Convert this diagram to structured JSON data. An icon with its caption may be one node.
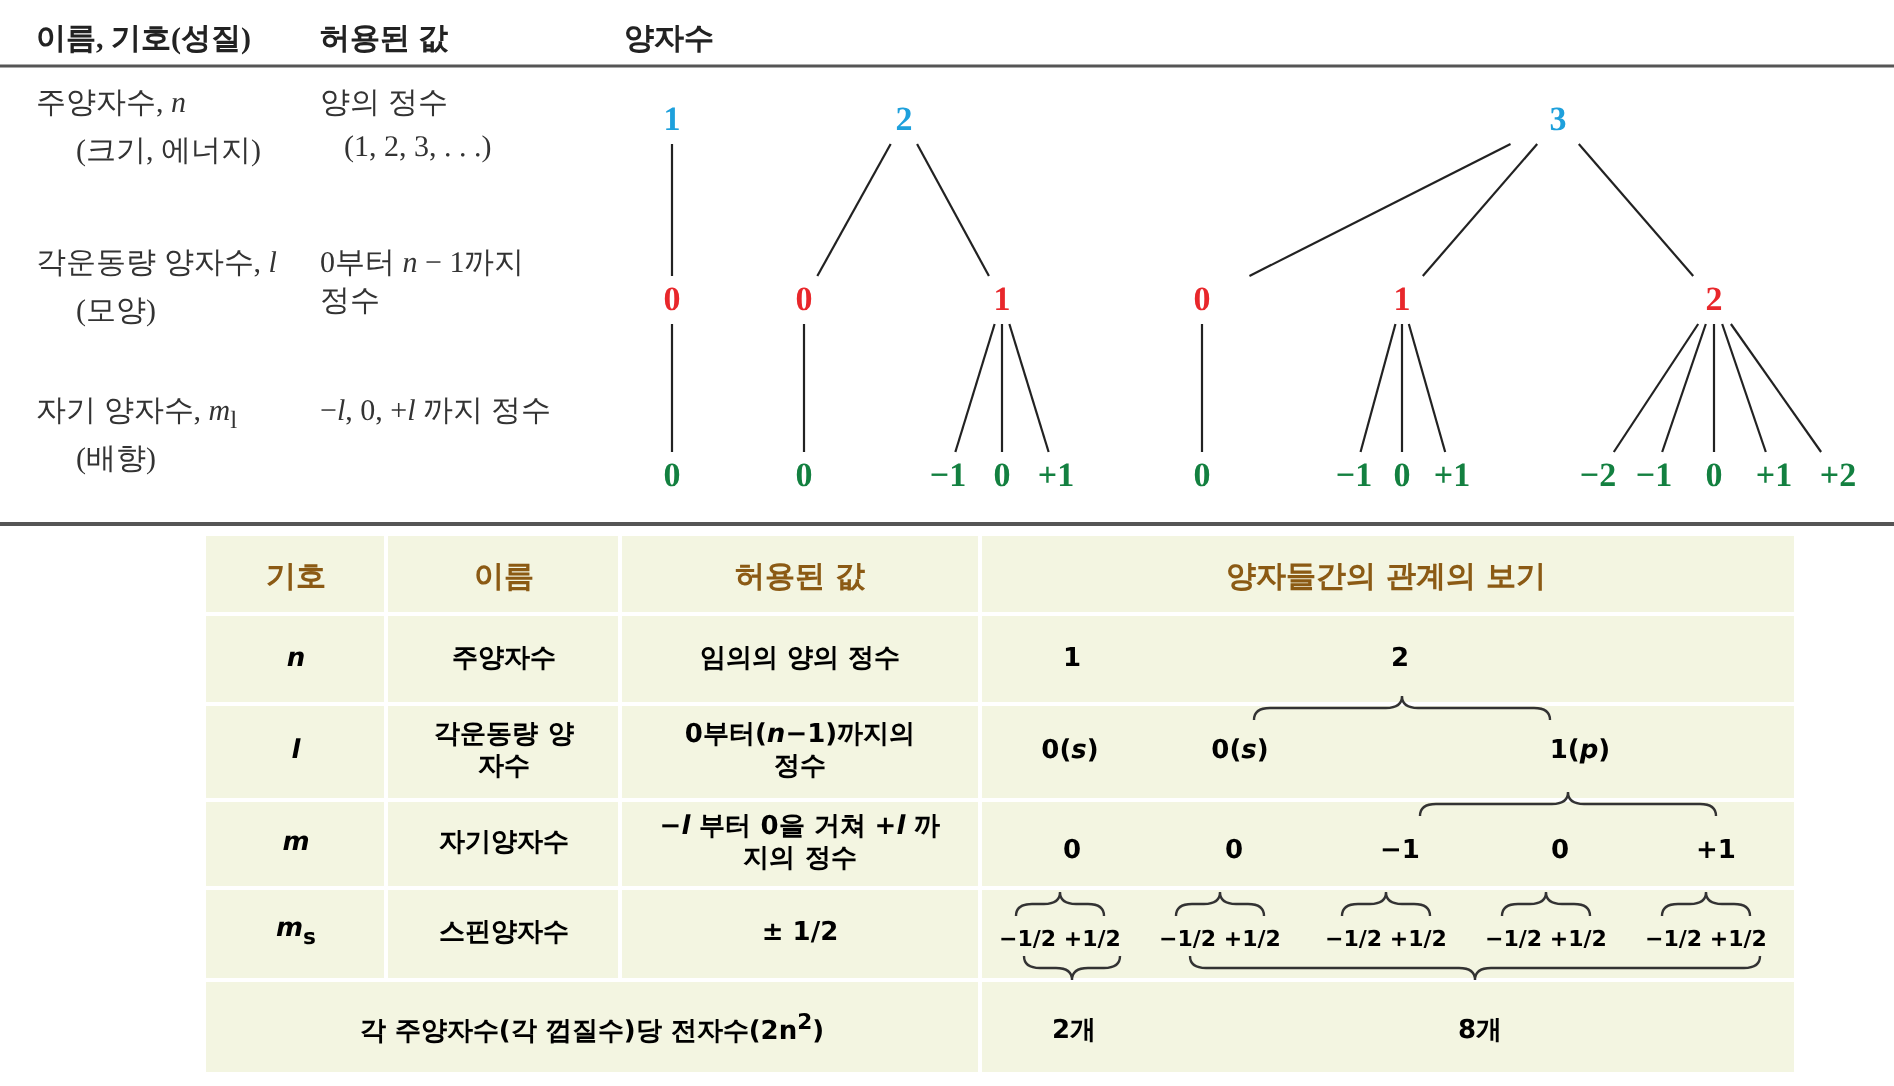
{
  "diagram": {
    "nodes": [
      {
        "text": [
          "1"
        ]
      },
      {
        "text": [
          "2"
        ]
      },
      {
        "text": [
          "3"
        ]
      },
      {
        "text": [
          "0"
        ]
      },
      {
        "text": [
          "0"
        ]
      },
      {
        "text": [
          "1"
        ]
      },
      {
        "text": [
          "0"
        ]
      },
      {
        "text": [
          "1"
        ]
      },
      {
        "text": [
          "2"
        ]
      },
      {
        "text": [
          "0"
        ]
      },
      {
        "text": [
          "0"
        ]
      },
      {
        "text": [
          "−1"
        ]
      },
      {
        "text": [
          "0"
        ]
      },
      {
        "text": [
          "+1"
        ]
      },
      {
        "text": [
          "0"
        ]
      },
      {
        "text": [
          "−1"
        ]
      },
      {
        "text": [
          "0"
        ]
      },
      {
        "text": [
          "+1"
        ]
      },
      {
        "text": [
          "−2"
        ]
      },
      {
        "text": [
          "−1"
        ]
      },
      {
        "text": [
          "0"
        ]
      },
      {
        "text": [
          "+1"
        ]
      },
      {
        "text": [
          "+2"
        ]
      }
    ],
    "edges": [
      {
        "from": 0,
        "to": 3,
        "arrow": "none"
      },
      {
        "from": 1,
        "to": 4,
        "arrow": "none"
      },
      {
        "from": 1,
        "to": 5,
        "arrow": "none"
      },
      {
        "from": 2,
        "to": 6,
        "arrow": "none"
      },
      {
        "from": 2,
        "to": 7,
        "arrow": "none"
      },
      {
        "from": 2,
        "to": 8,
        "arrow": "none"
      },
      {
        "from": 3,
        "to": 9,
        "arrow": "none"
      },
      {
        "from": 4,
        "to": 10,
        "arrow": "none"
      },
      {
        "from": 5,
        "to": 11,
        "arrow": "none"
      },
      {
        "from": 5,
        "to": 12,
        "arrow": "none"
      },
      {
        "from": 5,
        "to": 13,
        "arrow": "none"
      },
      {
        "from": 6,
        "to": 14,
        "arrow": "none"
      },
      {
        "from": 7,
        "to": 15,
        "arrow": "none"
      },
      {
        "from": 7,
        "to": 16,
        "arrow": "none"
      },
      {
        "from": 7,
        "to": 17,
        "arrow": "none"
      },
      {
        "from": 8,
        "to": 18,
        "arrow": "none"
      },
      {
        "from": 8,
        "to": 19,
        "arrow": "none"
      },
      {
        "from": 8,
        "to": 20,
        "arrow": "none"
      },
      {
        "from": 8,
        "to": 21,
        "arrow": "none"
      },
      {
        "from": 8,
        "to": 22,
        "arrow": "none"
      }
    ],
    "labels": [
      "이름, 기호(성질)",
      "허용된 값",
      "양자수",
      "주양자수, *n*",
      "(크기, 에너지)",
      "양의 정수",
      "(1, 2, 3, . . .)",
      "각운동량 양자수, *l*",
      "(모양)",
      "0부터 *n* − 1까지 정수",
      "자기 양자수, *m*$_{l}$",
      "(배향)",
      "−*l*, 0, +*l* 까지 정수",
      "기호",
      "이름",
      "허용된 값",
      "양자들간의 관계의 보기",
      "*n*",
      "주양자수",
      "임의의 양의 정수",
      "1",
      "2",
      "*l*",
      "각운동량 양자수",
      "0부터(*n*−1)까지의 정수",
      "0(*s*)",
      "0(*s*)",
      "1(*p*)",
      "*m*",
      "자기양자수",
      "−*l* 부터 0을 거쳐 +*l* 까지의 정수",
      "0",
      "0",
      "−1",
      "0",
      "+1",
      "*m*$_{s}$",
      "스핀양자수",
      "± 1/2",
      "−1/2 +1/2",
      "−1/2 +1/2",
      "−1/2 +1/2",
      "−1/2 +1/2",
      "−1/2 +1/2",
      "각 주양자수(각 껍질수)당 전자수(2n$^{2}$)",
      "2개",
      "8개"
    ]
  }
}
